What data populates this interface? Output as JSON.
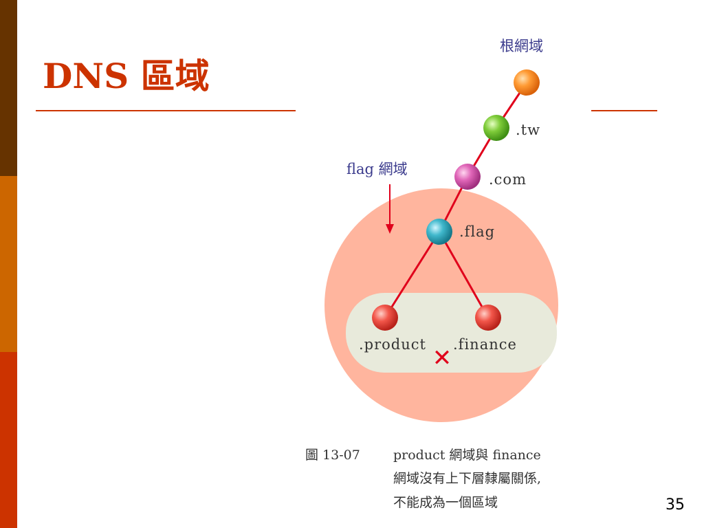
{
  "slide": {
    "title": "DNS 區域",
    "page_number": "35",
    "colors": {
      "sidebar_top": "#663300",
      "sidebar_mid": "#cc6600",
      "sidebar_bottom": "#cc3300",
      "title": "#cc3300",
      "zone_fill": "#ffb59e",
      "subzone_fill": "#e8eadb",
      "edge": "#e0001b"
    }
  },
  "diagram": {
    "root_label": "根網域",
    "zone_label": "flag 網域",
    "nodes": {
      "tw": ".tw",
      "com": ".com",
      "flag": ".flag",
      "product": ".product",
      "finance": ".finance"
    },
    "no_relation_mark": "✕"
  },
  "caption": {
    "number": "圖 13-07",
    "line1": "product 網域與 finance",
    "line2": "網域沒有上下層隸屬關係,",
    "line3": "不能成為一個區域"
  }
}
